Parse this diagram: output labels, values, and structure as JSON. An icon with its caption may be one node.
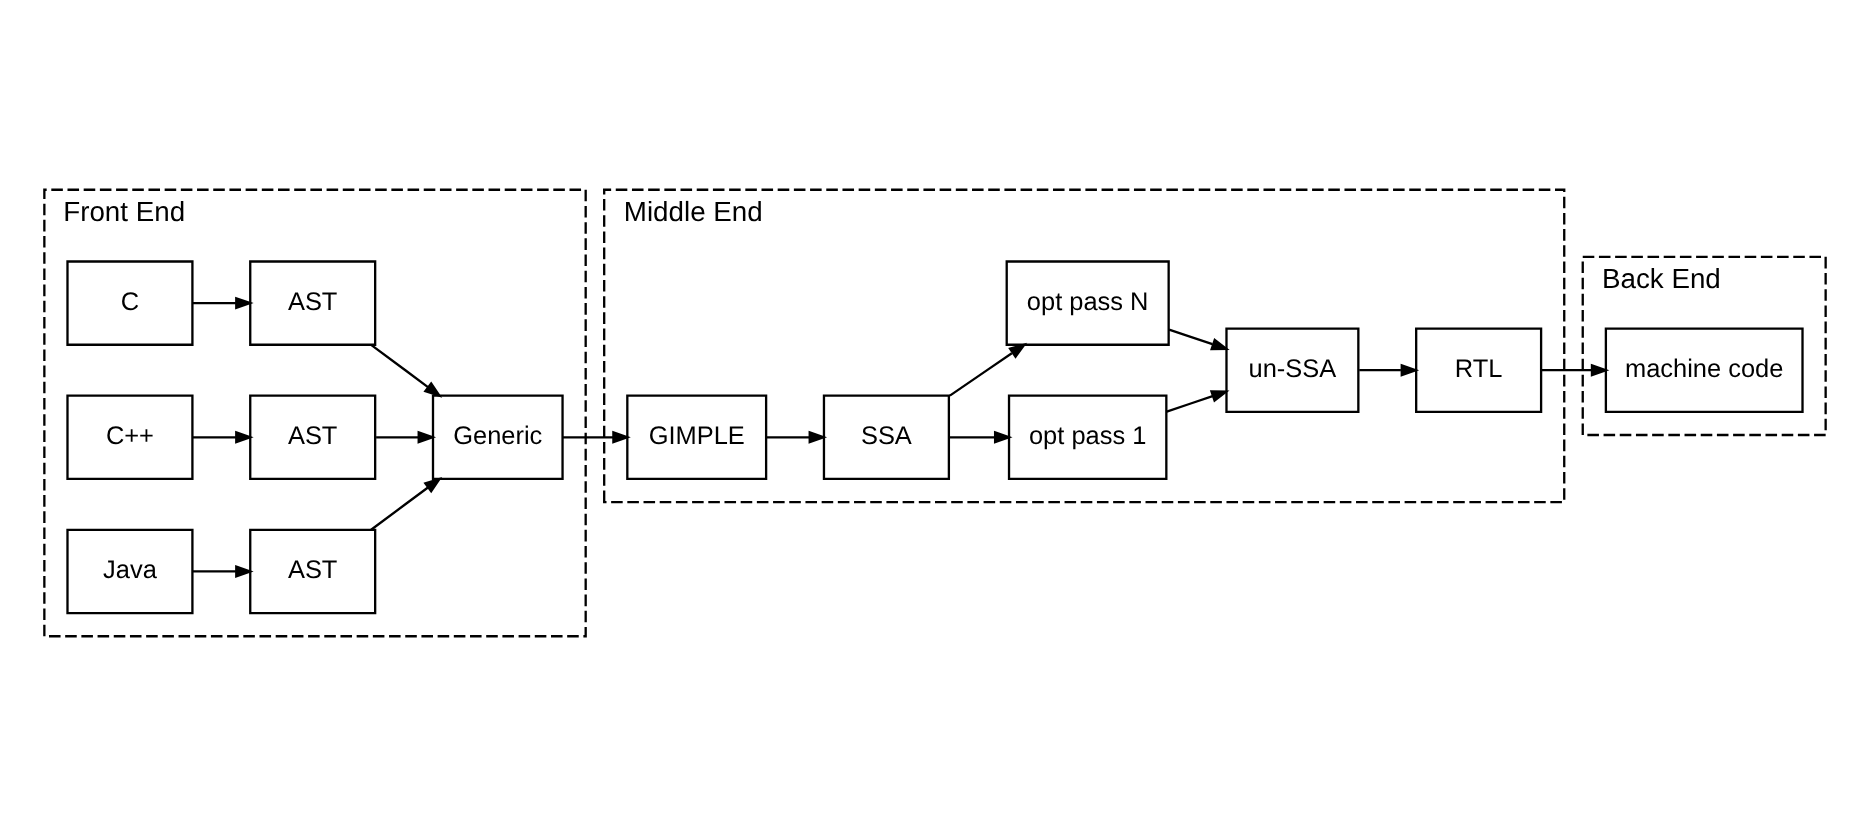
{
  "diagram": {
    "nodes": [
      {
        "text": [
          "Front End"
        ]
      },
      {
        "text": [
          "C"
        ],
        "in": 0
      },
      {
        "text": [
          "C++"
        ],
        "in": 0
      },
      {
        "text": [
          "Java"
        ],
        "in": 0
      },
      {
        "text": [
          "AST"
        ],
        "in": 0
      },
      {
        "text": [
          "AST"
        ],
        "in": 0
      },
      {
        "text": [
          "AST"
        ],
        "in": 0
      },
      {
        "text": [
          "Generic"
        ],
        "in": 0
      },
      {
        "text": [
          "Middle End"
        ]
      },
      {
        "text": [
          "GIMPLE"
        ],
        "in": 8
      },
      {
        "text": [
          "SSA"
        ],
        "in": 8
      },
      {
        "text": [
          "opt pass 1"
        ],
        "in": 8
      },
      {
        "text": [
          "opt pass N"
        ],
        "in": 8
      },
      {
        "text": [
          "un-SSA"
        ],
        "in": 8
      },
      {
        "text": [
          "RTL"
        ],
        "in": 8
      },
      {
        "text": [
          "Back End"
        ]
      },
      {
        "text": [
          "machine code"
        ],
        "in": 15
      }
    ],
    "edges": [
      {
        "from": 1,
        "to": 4,
        "arrow": "to"
      },
      {
        "from": 2,
        "to": 5,
        "arrow": "to"
      },
      {
        "from": 3,
        "to": 6,
        "arrow": "to"
      },
      {
        "from": 4,
        "to": 7,
        "arrow": "to"
      },
      {
        "from": 5,
        "to": 7,
        "arrow": "to"
      },
      {
        "from": 6,
        "to": 7,
        "arrow": "to"
      },
      {
        "from": 7,
        "to": 9,
        "arrow": "to"
      },
      {
        "from": 9,
        "to": 10,
        "arrow": "to"
      },
      {
        "from": 10,
        "to": 11,
        "arrow": "to"
      },
      {
        "from": 10,
        "to": 12,
        "arrow": "to"
      },
      {
        "from": 11,
        "to": 13,
        "arrow": "to"
      },
      {
        "from": 12,
        "to": 13,
        "arrow": "to"
      },
      {
        "from": 13,
        "to": 14,
        "arrow": "to"
      },
      {
        "from": 14,
        "to": 16,
        "arrow": "to"
      }
    ]
  }
}
